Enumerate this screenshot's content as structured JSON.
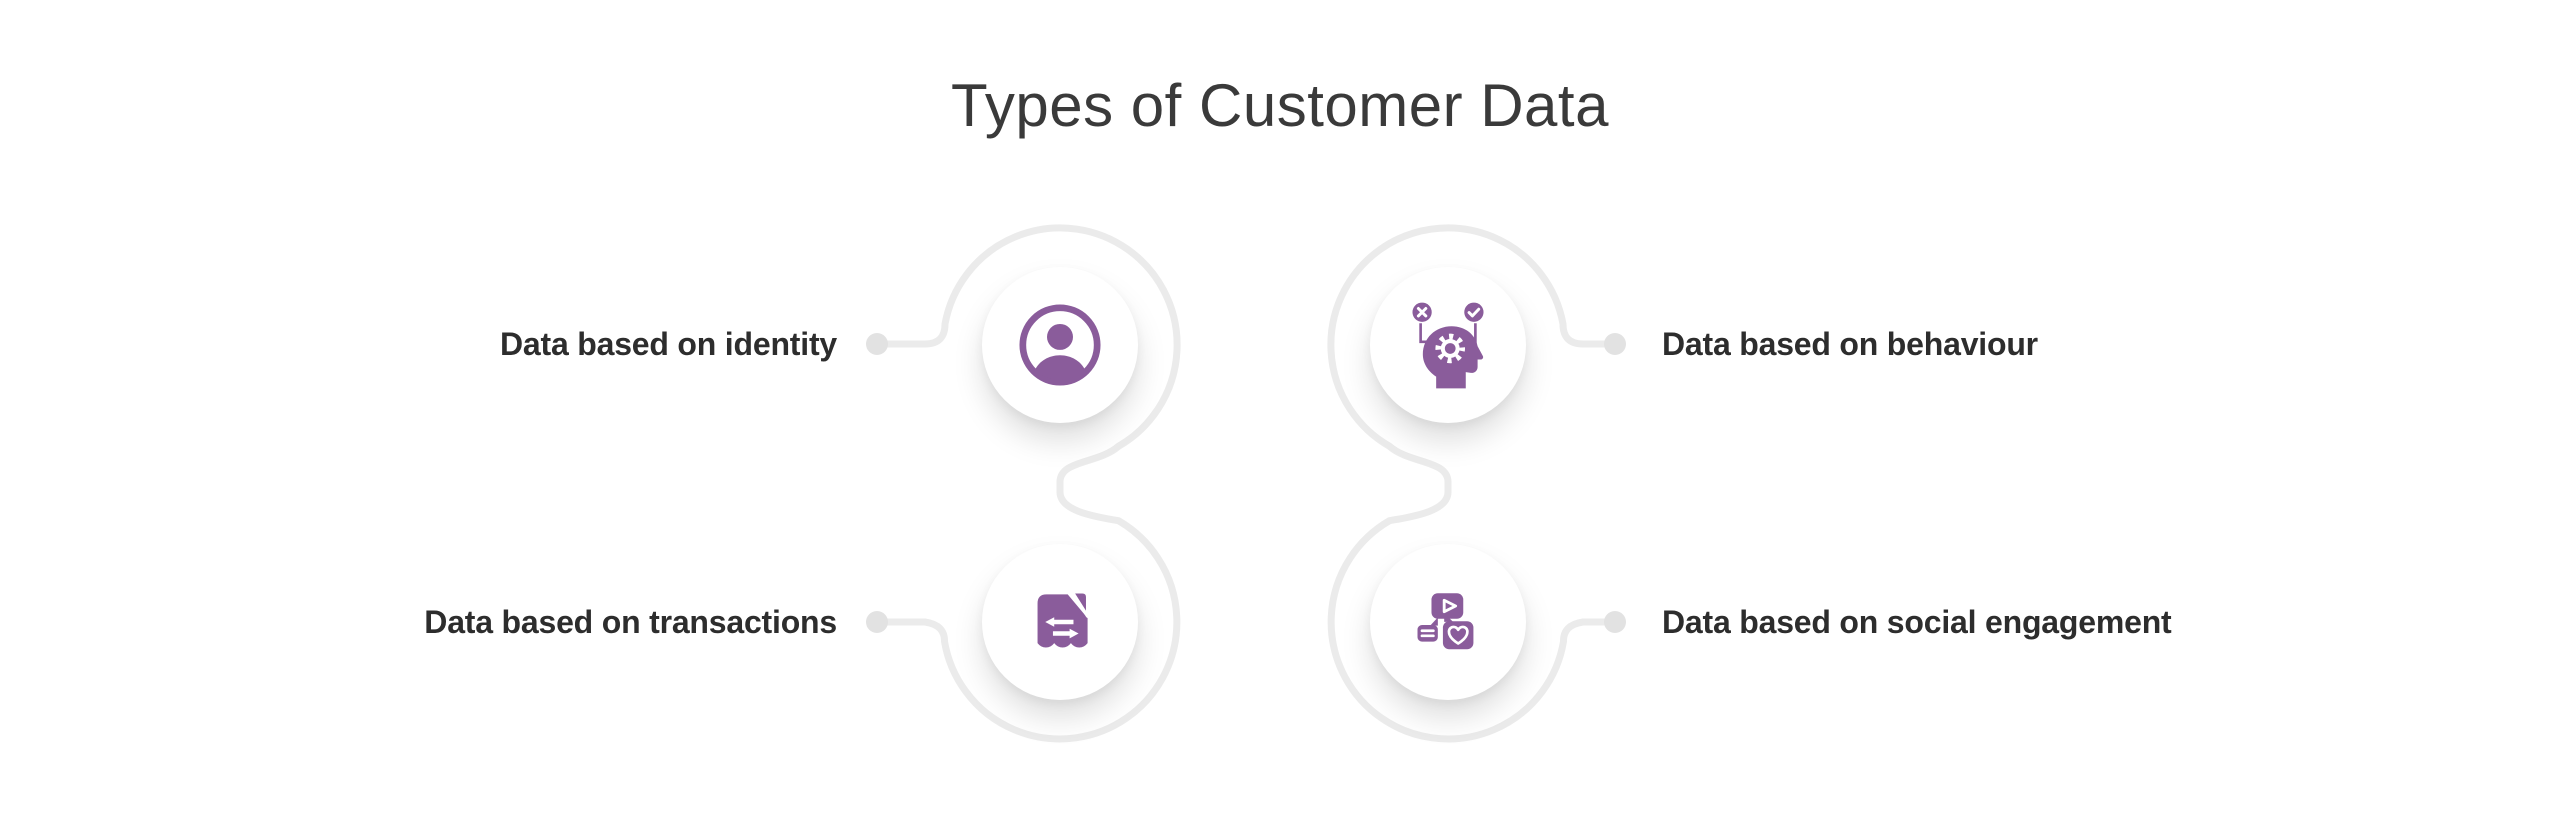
{
  "title": "Types of Customer Data",
  "nodes": [
    {
      "id": "identity",
      "label": "Data based on identity",
      "icon": "user-circle-icon",
      "position": "top-left"
    },
    {
      "id": "behaviour",
      "label": "Data based on behaviour",
      "icon": "decision-head-gear-icon",
      "position": "top-right"
    },
    {
      "id": "transactions",
      "label": "Data based on transactions",
      "icon": "receipt-transfer-icon",
      "position": "bottom-left"
    },
    {
      "id": "social",
      "label": "Data based on social engagement",
      "icon": "social-reactions-icon",
      "position": "bottom-right"
    }
  ],
  "colors": {
    "accent": "#8a5c9b",
    "line": "#ebebeb",
    "dot": "#e2e2e2",
    "node_bg": "#ffffff",
    "title_text": "#3a3a3a",
    "label_text": "#2d2d2d",
    "background": "#ffffff"
  }
}
